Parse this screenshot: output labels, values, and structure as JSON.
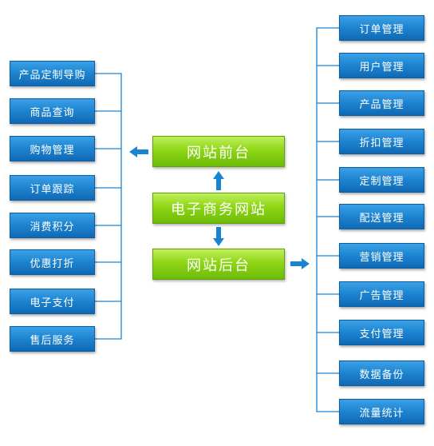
{
  "center": {
    "front_label": "网站前台",
    "main_label": "电子商务网站",
    "back_label": "网站后台"
  },
  "front_modules": [
    "产品定制导购",
    "商品查询",
    "购物管理",
    "订单跟踪",
    "消费积分",
    "优惠打折",
    "电子支付",
    "售后服务"
  ],
  "back_modules": [
    "订单管理",
    "用户管理",
    "产品管理",
    "折扣管理",
    "定制管理",
    "配送管理",
    "营销管理",
    "广告管理",
    "支付管理",
    "数据备份",
    "流量统计"
  ],
  "colors": {
    "connector": "#1a84d0",
    "module_box": "#1f86d2",
    "center_box": "#8fd616",
    "text": "#ffffff"
  }
}
